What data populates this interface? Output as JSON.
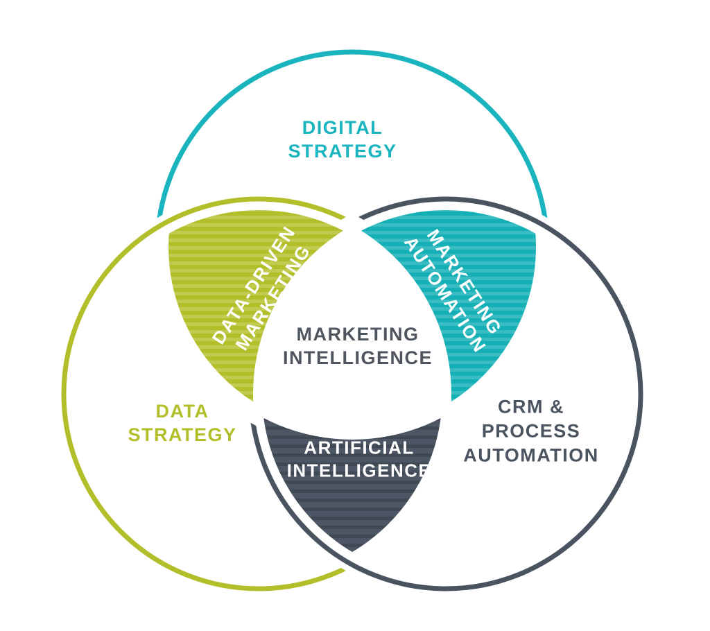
{
  "diagram": {
    "type": "venn-3",
    "description": "Marketing intelligence venn diagram"
  },
  "colors": {
    "teal_stroke": "#19b4be",
    "teal_fill": "#14b0b6",
    "teal_stripe": "rgba(255,255,255,0.16)",
    "green_stroke": "#b2bf2a",
    "green_fill": "#b2bf2a",
    "green_stripe": "rgba(255,255,255,0.18)",
    "dark_stroke": "#4a5460",
    "dark_fill": "#4c5664",
    "dark_stripe": "rgba(0,0,0,0.16)",
    "center_text": "#4f555e",
    "white_text": "#ffffff",
    "background": "#ffffff"
  },
  "circles": {
    "digital_strategy": {
      "lines": [
        "DIGITAL",
        "STRATEGY"
      ]
    },
    "data_strategy": {
      "lines": [
        "DATA",
        "STRATEGY"
      ]
    },
    "crm_process_automation": {
      "lines": [
        "CRM &",
        "PROCESS",
        "AUTOMATION"
      ]
    }
  },
  "overlaps": {
    "data_driven_marketing": {
      "lines": [
        "DATA-DRIVEN",
        "MARKETING"
      ]
    },
    "marketing_automation": {
      "lines": [
        "MARKETING",
        "AUTOMATION"
      ]
    },
    "artificial_intelligence": {
      "lines": [
        "ARTIFICIAL",
        "INTELLIGENCE"
      ]
    },
    "marketing_intelligence": {
      "lines": [
        "MARKETING",
        "INTELLIGENCE"
      ]
    }
  }
}
